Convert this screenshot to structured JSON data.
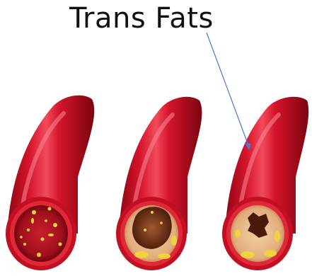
{
  "title": "Trans Fats",
  "colors": {
    "artery_dark": "#a80a1a",
    "artery_mid": "#d4142a",
    "artery_light": "#f0455a",
    "lumen_red": "#b5121f",
    "plaque_tan": "#e8b98a",
    "fat_yellow": "#f0d23c",
    "pointer_line": "#4a78d8"
  },
  "arteries": [
    {
      "name": "healthy-artery",
      "stage": "clear"
    },
    {
      "name": "partially-blocked-artery",
      "stage": "partial"
    },
    {
      "name": "severely-blocked-artery",
      "stage": "severe"
    }
  ]
}
